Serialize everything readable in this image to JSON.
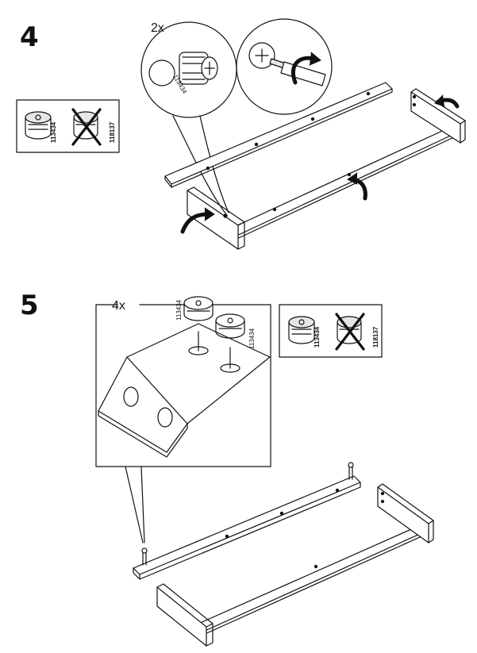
{
  "steps": [
    {
      "number": "4",
      "callout_quantity": "2x",
      "callout_part_id": "113434",
      "ok_part_id": "113434",
      "wrong_part_id": "118137"
    },
    {
      "number": "5",
      "callout_quantity": "4x",
      "callout_part_id": "113434",
      "callout_part_id_2": "113434",
      "ok_part_id": "113434",
      "wrong_part_id": "118137"
    }
  ],
  "colors": {
    "ink": "#111111",
    "paper": "#ffffff",
    "shade": "#e6e6e6"
  }
}
